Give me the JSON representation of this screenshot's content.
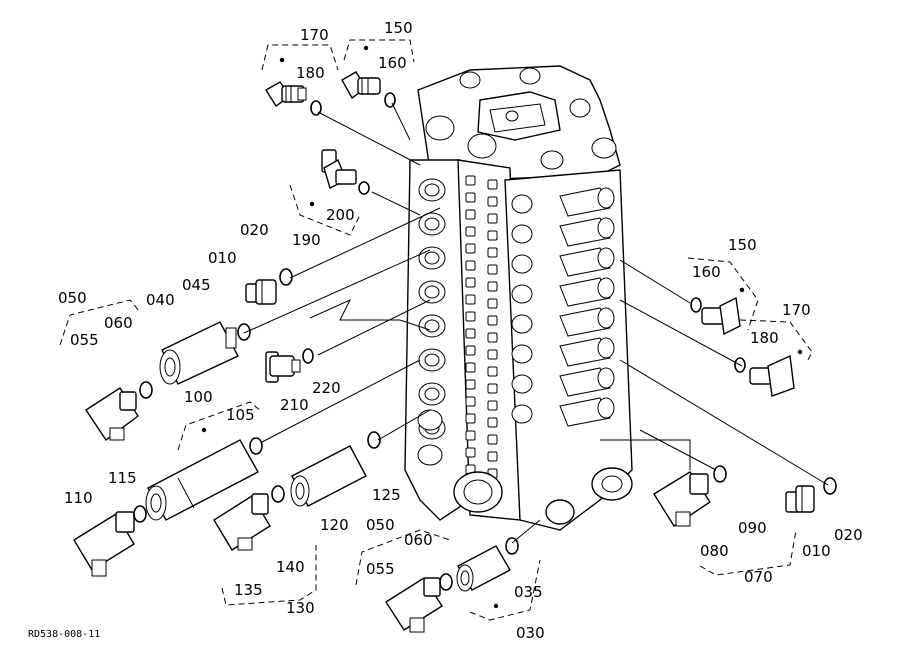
{
  "reference_code": "RD538-008-11",
  "labels": {
    "p170a": "170",
    "p180a": "180",
    "p150a": "150",
    "p160a": "160",
    "p200": "200",
    "p190": "190",
    "p020a": "020",
    "p010a": "010",
    "p045": "045",
    "p040": "040",
    "p050a": "050",
    "p060a": "060",
    "p055a": "055",
    "p100": "100",
    "p105": "105",
    "p220": "220",
    "p210": "210",
    "p115": "115",
    "p110": "110",
    "p125": "125",
    "p120": "120",
    "p135": "135",
    "p140": "140",
    "p130": "130",
    "p050b": "050",
    "p060b": "060",
    "p055b": "055",
    "p035": "035",
    "p030": "030",
    "p150b": "150",
    "p160b": "160",
    "p170b": "170",
    "p180b": "180",
    "p080": "080",
    "p090": "090",
    "p070": "070",
    "p010b": "010",
    "p020b": "020"
  }
}
